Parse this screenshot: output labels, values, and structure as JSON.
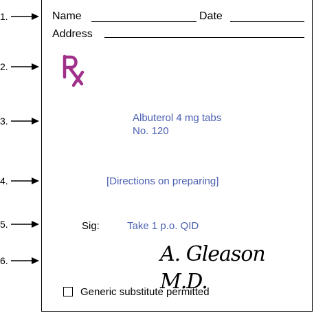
{
  "markers": [
    "1.",
    "2.",
    "3.",
    "4.",
    "5.",
    "6."
  ],
  "form": {
    "name_label": "Name",
    "date_label": "Date",
    "address_label": "Address",
    "rx_symbol": "Rx",
    "drug_line": "Albuterol 4 mg tabs",
    "quantity_line": "No. 120",
    "directions": "[Directions on preparing]",
    "sig_label": "Sig:",
    "sig_text": "Take 1 p.o. QID",
    "signature": "A. Gleason M.D.",
    "generic_label": "Generic substitute permitted"
  },
  "colors": {
    "rx": "#a0308a",
    "handwritten_blue": "#4a5fb0"
  }
}
